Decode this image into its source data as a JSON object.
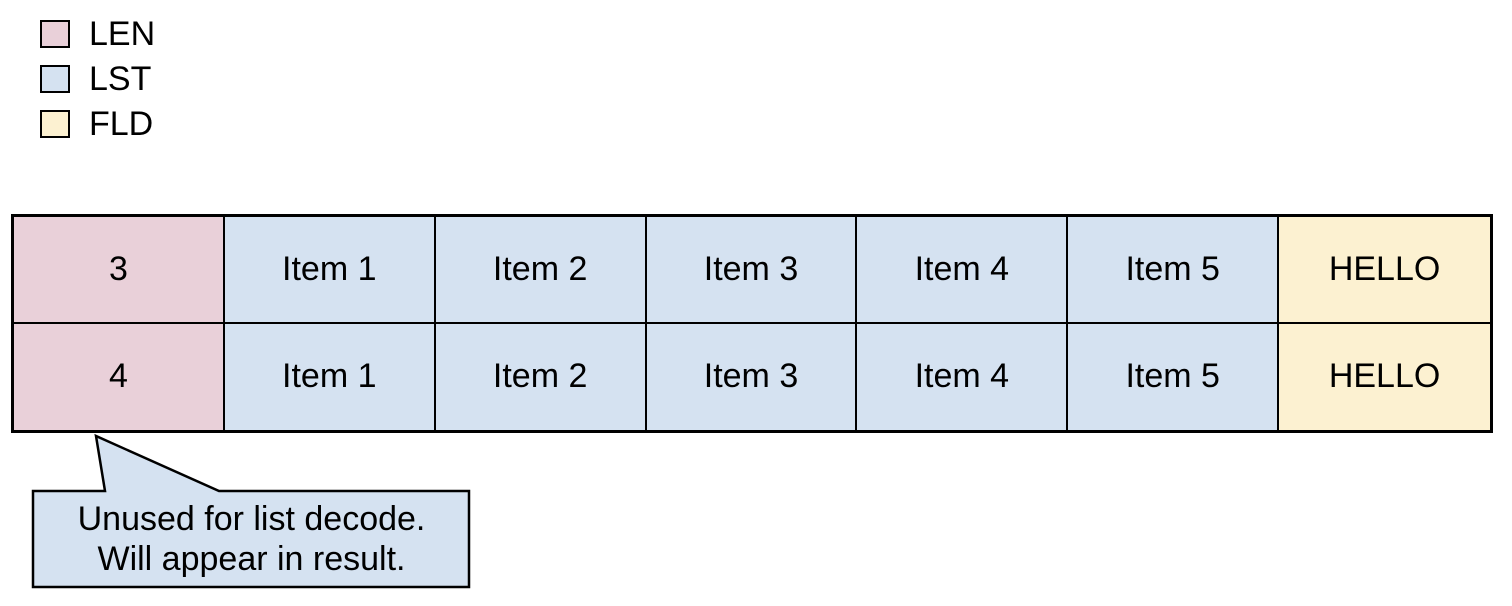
{
  "palette": {
    "len": "#e9d0d9",
    "lst": "#d5e2f1",
    "fld": "#fcf1d1",
    "stroke": "#000000",
    "bg": "#ffffff"
  },
  "legend": {
    "items": [
      {
        "label": "LEN"
      },
      {
        "label": "LST"
      },
      {
        "label": "FLD"
      }
    ]
  },
  "table": {
    "rows": [
      {
        "len": "3",
        "items": [
          "Item 1",
          "Item 2",
          "Item 3",
          "Item 4",
          "Item 5"
        ],
        "field": "HELLO"
      },
      {
        "len": "4",
        "items": [
          "Item 1",
          "Item 2",
          "Item 3",
          "Item 4",
          "Item 5"
        ],
        "field": "HELLO"
      }
    ]
  },
  "callout": {
    "lines": [
      "Unused for list decode.",
      "Will appear in result."
    ]
  }
}
